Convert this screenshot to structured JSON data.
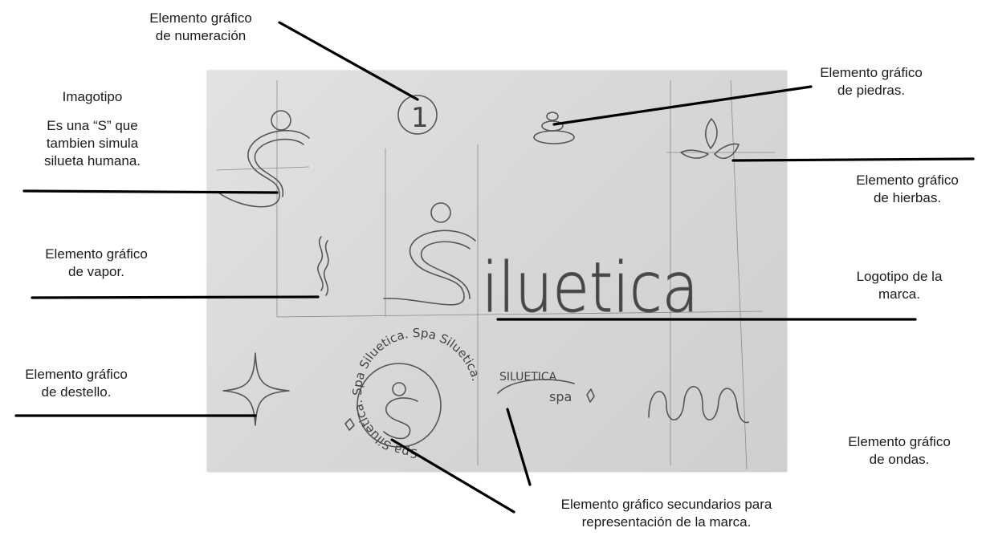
{
  "labels": {
    "numeracion": "Elemento gráfico\nde numeración",
    "piedras": "Elemento gráfico\nde piedras.",
    "imagotipo_title": "Imagotipo",
    "imagotipo_desc": "Es una “S” que\ntambien simula\nsilueta humana.",
    "hierbas": "Elemento gráfico\nde hierbas.",
    "vapor": "Elemento gráfico\nde vapor.",
    "logotipo": "Logotipo de la\nmarca.",
    "destello": "Elemento gráfico\nde destello.",
    "ondas": "Elemento gráfico\nde ondas.",
    "secundarios": "Elemento gráfico secundarios para\nrepresentación de la marca."
  },
  "sketch": {
    "number": "1",
    "logo_word": "iluetica",
    "badge_ring_text": "Spa Siluetica. Spa Siluetica. Spa Siluetica.",
    "small_word": "SILUETICA",
    "small_spa": "spa"
  },
  "colors": {
    "paper": "#dcdcdc",
    "pencil": "#555555",
    "leader": "#000000"
  }
}
